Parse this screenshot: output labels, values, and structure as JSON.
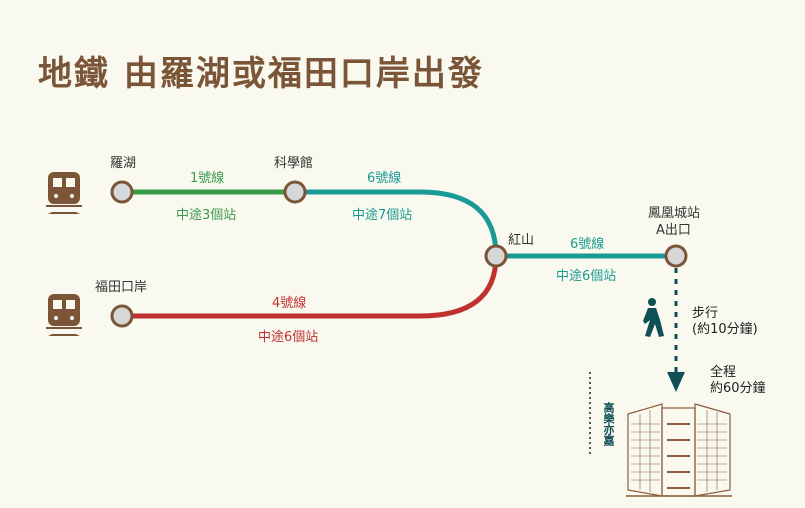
{
  "title": "地鐵  由羅湖或福田口岸出發",
  "stations": {
    "lo_wu": "羅湖",
    "science_museum": "科學館",
    "hung_hom": "紅山",
    "futian": "福田口岸",
    "fenghuangcheng": "鳳凰城站",
    "exit": "A出口"
  },
  "lines": {
    "line1": {
      "name": "1號線",
      "stops": "中途3個站",
      "color": "#3c9a4c"
    },
    "line6a": {
      "name": "6號線",
      "stops": "中途7個站",
      "color": "#1a9a95"
    },
    "line6b": {
      "name": "6號線",
      "stops": "中途6個站",
      "color": "#1a9a95"
    },
    "line4": {
      "name": "4號線",
      "stops": "中途6個站",
      "color": "#c0312e"
    }
  },
  "walk": {
    "label": "步行",
    "time": "(約10分鐘)"
  },
  "total": {
    "label": "全程",
    "time": "約60分鐘"
  },
  "building": {
    "name": "高樂亦嘉"
  },
  "colors": {
    "brown": "#7b5537",
    "dark_teal": "#0f4f55"
  }
}
